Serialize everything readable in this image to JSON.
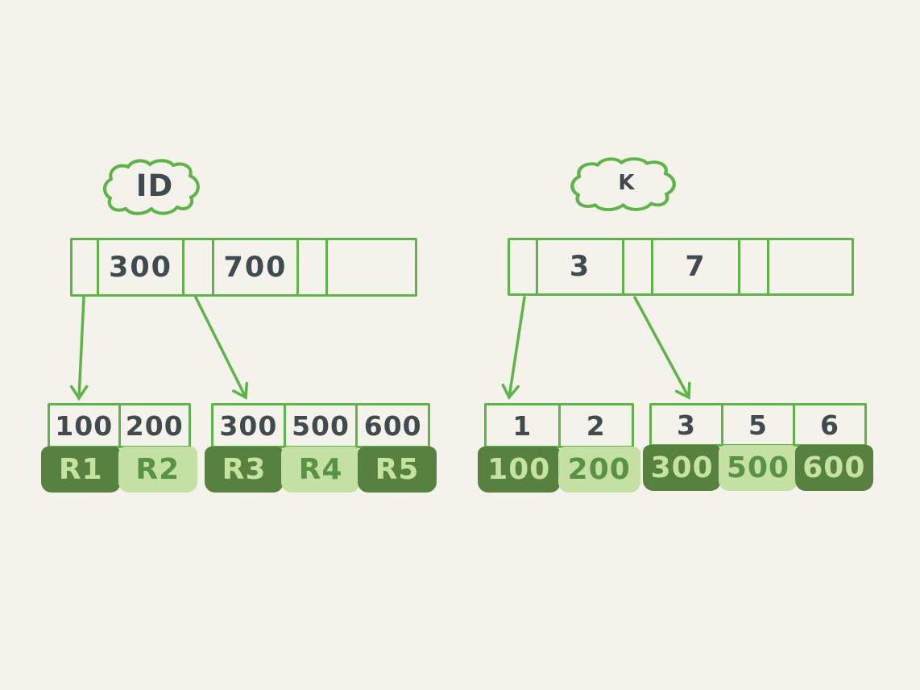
{
  "colors": {
    "background": "#f4f2ea",
    "stroke_green": "#5bb647",
    "ink": "#3f4b4e",
    "dark_green_fill": "#57813f",
    "light_green_fill": "#c4e0a2",
    "light_green_text": "#c6e2a0",
    "dark_green_text": "#579245"
  },
  "diagrams": [
    {
      "name": "id-index",
      "cloud_label": "ID",
      "root": {
        "cells": [
          "",
          "300",
          "",
          "700",
          "",
          ""
        ]
      },
      "leaves": [
        {
          "keys": [
            "100",
            "200"
          ],
          "values": [
            {
              "label": "R1",
              "tone": "dark"
            },
            {
              "label": "R2",
              "tone": "light"
            }
          ]
        },
        {
          "keys": [
            "300",
            "500",
            "600"
          ],
          "values": [
            {
              "label": "R3",
              "tone": "dark"
            },
            {
              "label": "R4",
              "tone": "light"
            },
            {
              "label": "R5",
              "tone": "dark"
            }
          ]
        }
      ]
    },
    {
      "name": "k-index",
      "cloud_label": "K",
      "root": {
        "cells": [
          "",
          "3",
          "",
          "7",
          "",
          ""
        ]
      },
      "leaves": [
        {
          "keys": [
            "1",
            "2"
          ],
          "values": [
            {
              "label": "100",
              "tone": "dark"
            },
            {
              "label": "200",
              "tone": "light"
            }
          ]
        },
        {
          "keys": [
            "3",
            "5",
            "6"
          ],
          "values": [
            {
              "label": "300",
              "tone": "dark"
            },
            {
              "label": "500",
              "tone": "light"
            },
            {
              "label": "600",
              "tone": "dark"
            }
          ]
        }
      ]
    }
  ]
}
